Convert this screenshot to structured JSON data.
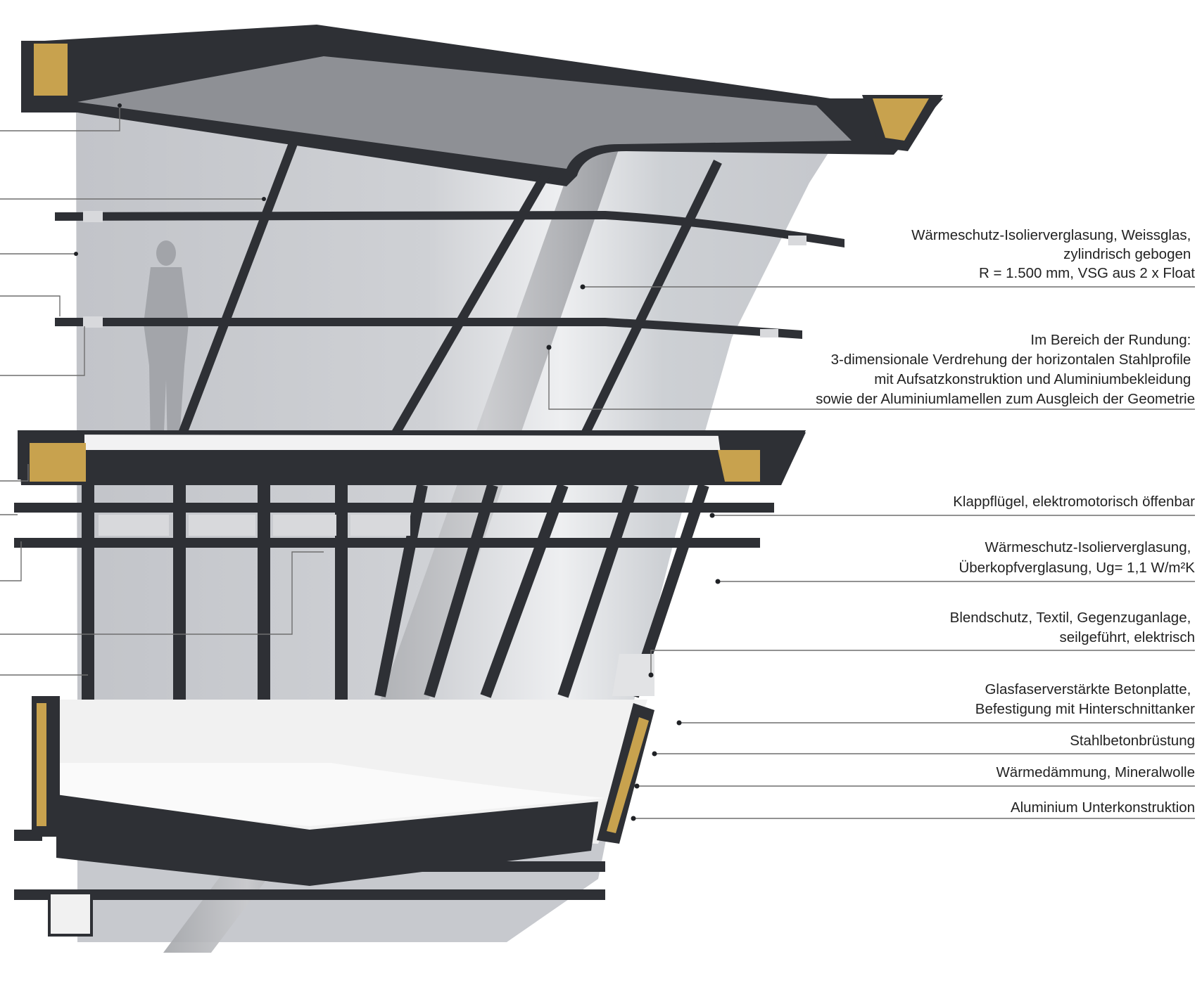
{
  "colors": {
    "steel": "#2e3035",
    "steel_dark": "#1f2125",
    "glass": "#c9cbd0",
    "glass_light": "#e7e8eb",
    "insulation": "#c8a24e",
    "concrete": "#f1f1f1",
    "leader": "#6f6f6f",
    "text": "#222222"
  },
  "labels": [
    {
      "id": "insulating-glazing-curved",
      "lines": [
        "Wärmeschutz-Isolierverglasung, Weissglas,",
        "zylindrisch gebogen",
        "R = 1.500 mm, VSG aus 2 x Float"
      ]
    },
    {
      "id": "rounding-area",
      "lines": [
        "Im Bereich der Rundung:",
        "3-dimensionale Verdrehung der horizontalen Stahlprofile",
        "mit Aufsatzkonstruktion und Aluminiumbekleidung",
        "sowie der Aluminiumlamellen zum Ausgleich der Geometrie"
      ]
    },
    {
      "id": "top-hung-sash",
      "lines": [
        "Klappflügel, elektromotorisch öffenbar"
      ]
    },
    {
      "id": "overhead-glazing",
      "lines": [
        "Wärmeschutz-Isolierverglasung,",
        "Überkopfverglasung, Ug= 1,1 W/m²K"
      ]
    },
    {
      "id": "glare-protection",
      "lines": [
        "Blendschutz, Textil, Gegenzuganlage,",
        "seilgeführt, elektrisch"
      ]
    },
    {
      "id": "grc-panel",
      "lines": [
        "Glasfaserverstärkte Betonplatte,",
        "Befestigung mit Hinterschnittanker"
      ]
    },
    {
      "id": "concrete-parapet",
      "lines": [
        "Stahlbetonbrüstung"
      ]
    },
    {
      "id": "thermal-insulation",
      "lines": [
        "Wärmedämmung, Mineralwolle"
      ]
    },
    {
      "id": "aluminium-substructure",
      "lines": [
        "Aluminium Unterkonstruktion"
      ]
    }
  ]
}
